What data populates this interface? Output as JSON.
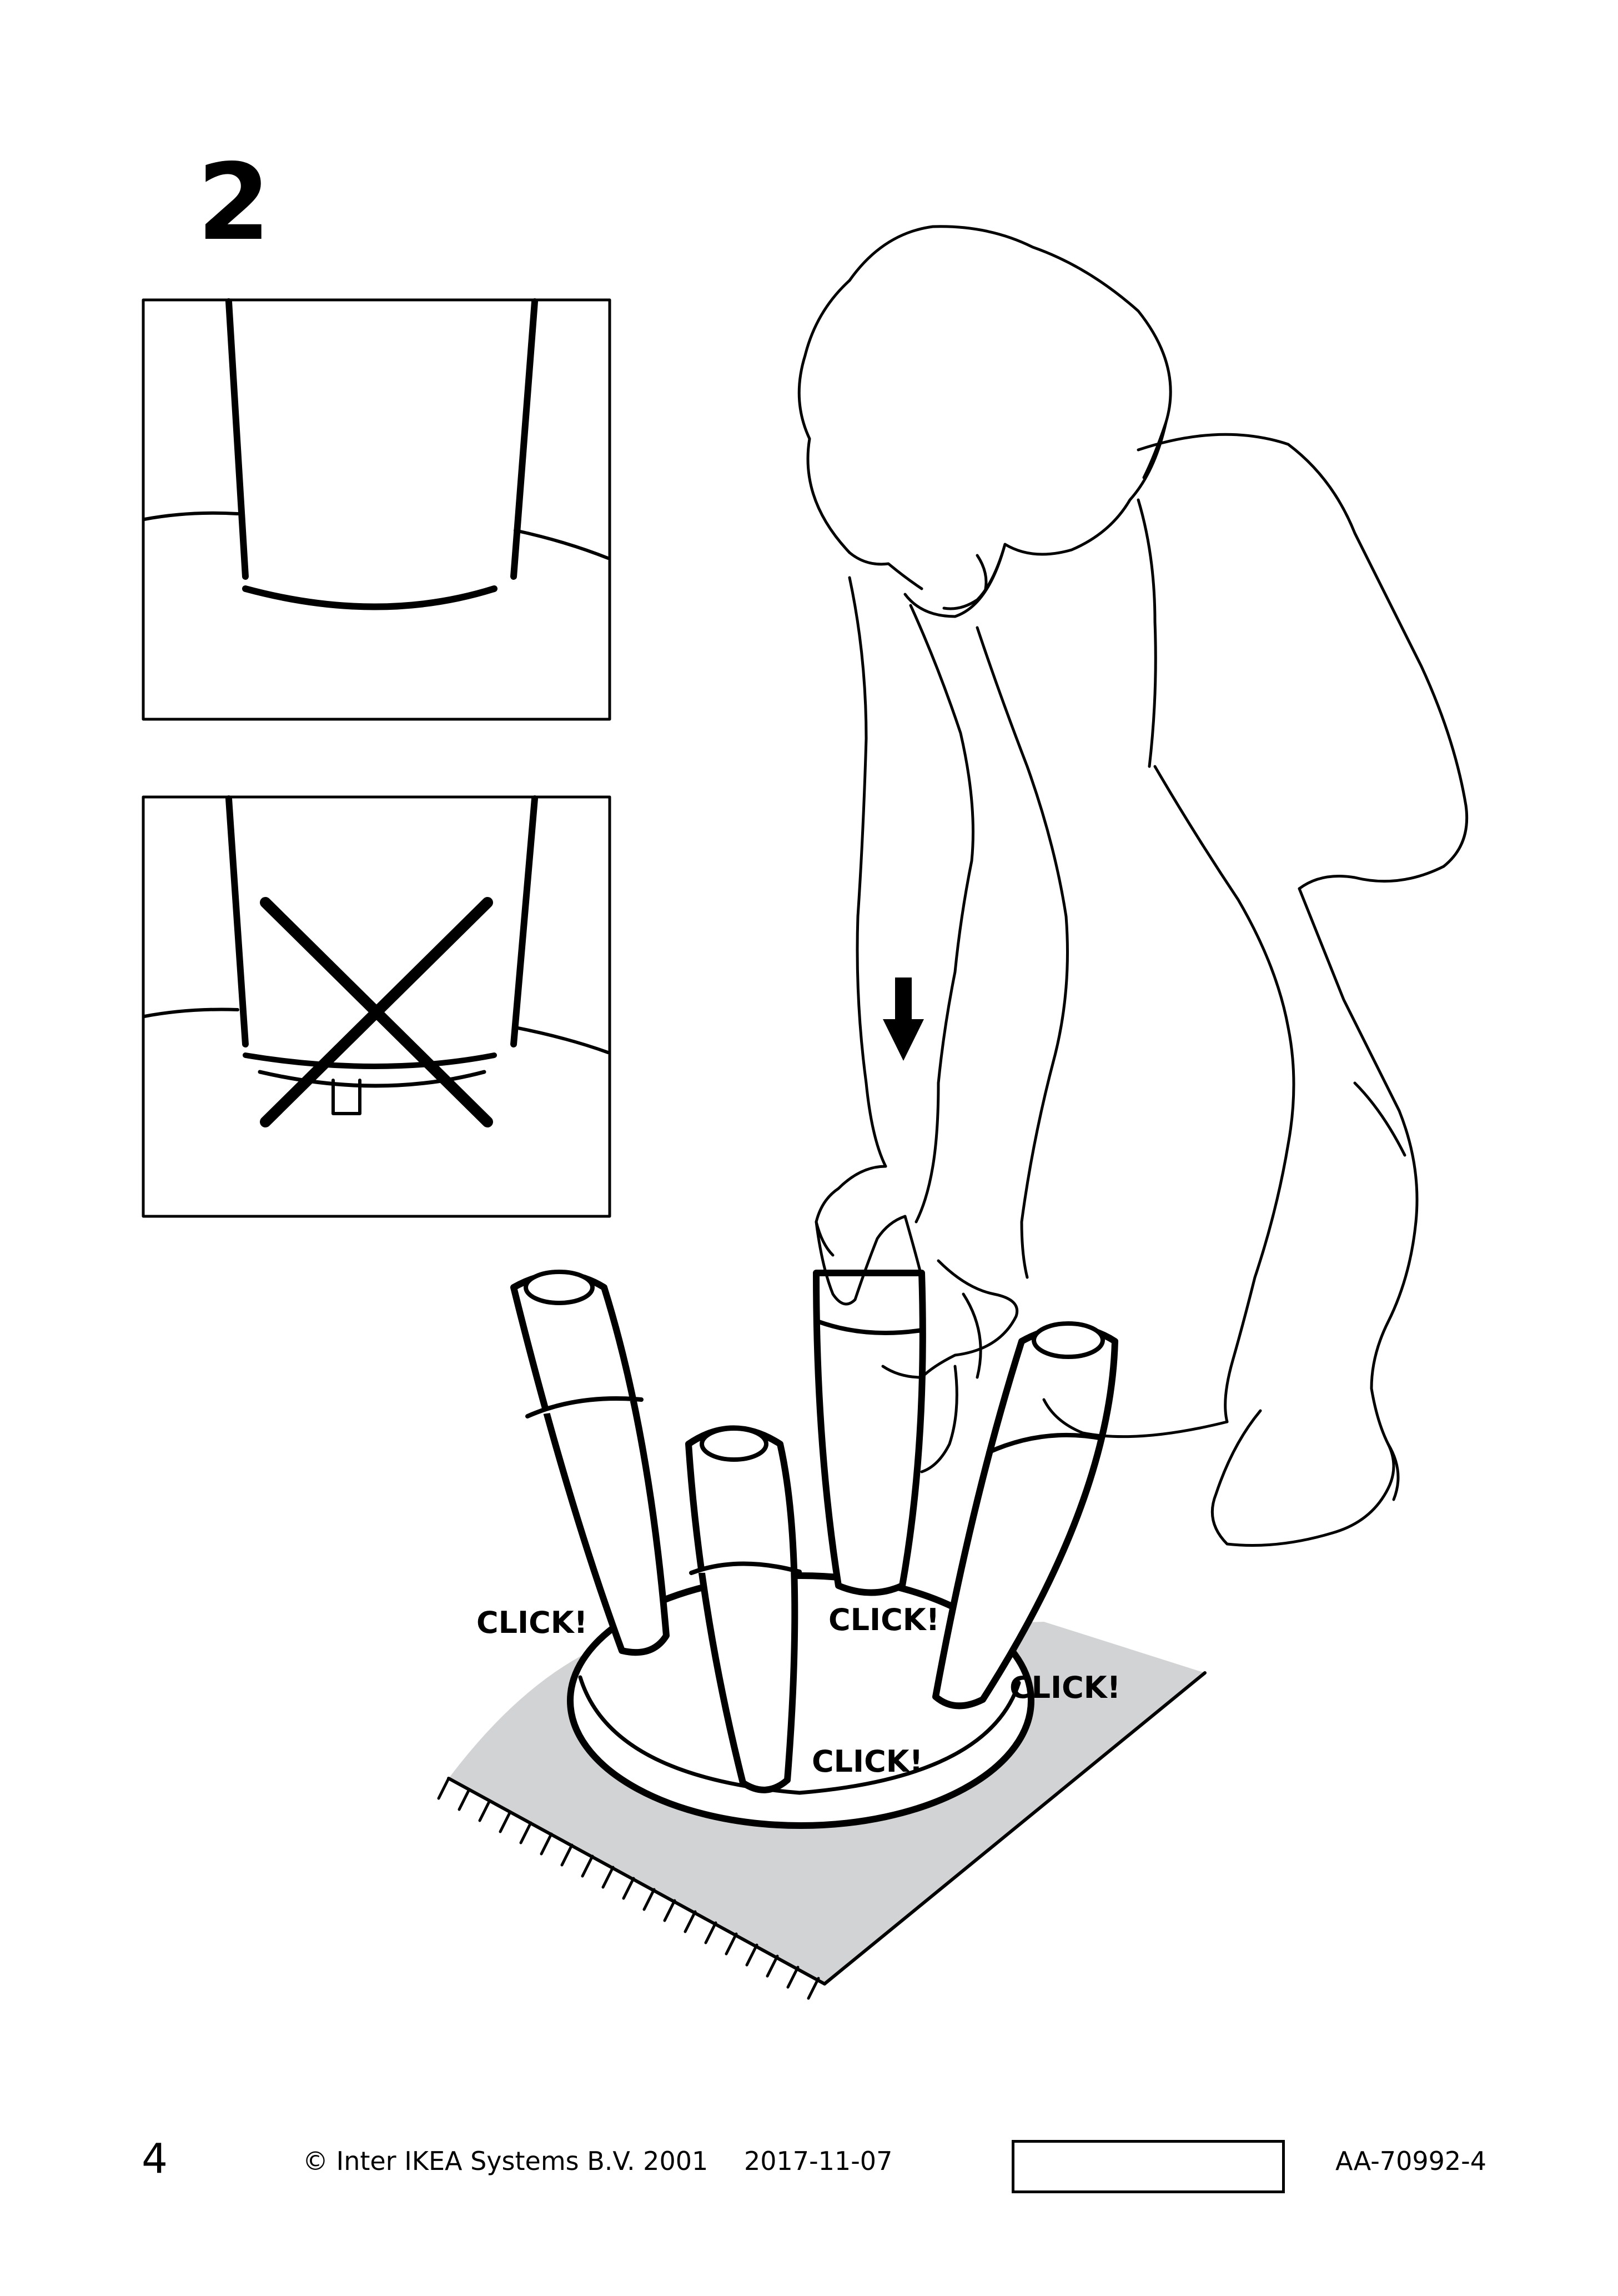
{
  "step": {
    "number": "2"
  },
  "callouts": {
    "click_label": "CLICK!"
  },
  "footer": {
    "page_number": "4",
    "copyright": "© Inter IKEA Systems B.V. 2001",
    "date": "2017-11-07",
    "article_code": "AA-70992-4"
  },
  "colors": {
    "ink": "#000000",
    "rug": "#d2d3d5",
    "paper": "#ffffff"
  },
  "icons": [
    "down-arrow-icon",
    "cross-mark-icon"
  ]
}
